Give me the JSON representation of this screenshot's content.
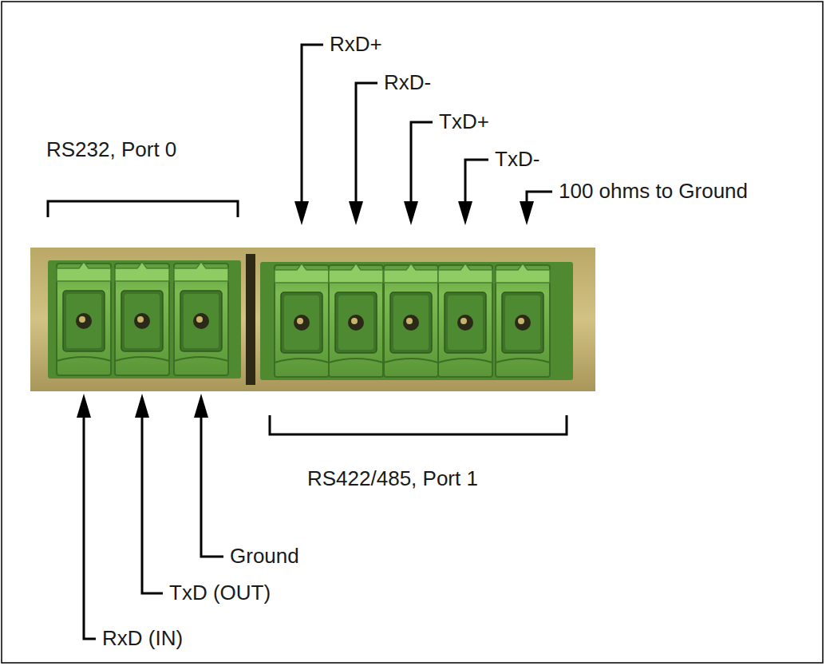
{
  "diagram": {
    "labels": [
      "RS232, Port 0",
      "RxD+",
      "RxD-",
      "TxD+",
      "TxD-",
      "100 ohms to Ground",
      "RS422/485, Port 1",
      "Ground",
      "TxD (OUT)",
      "RxD (IN)"
    ]
  }
}
